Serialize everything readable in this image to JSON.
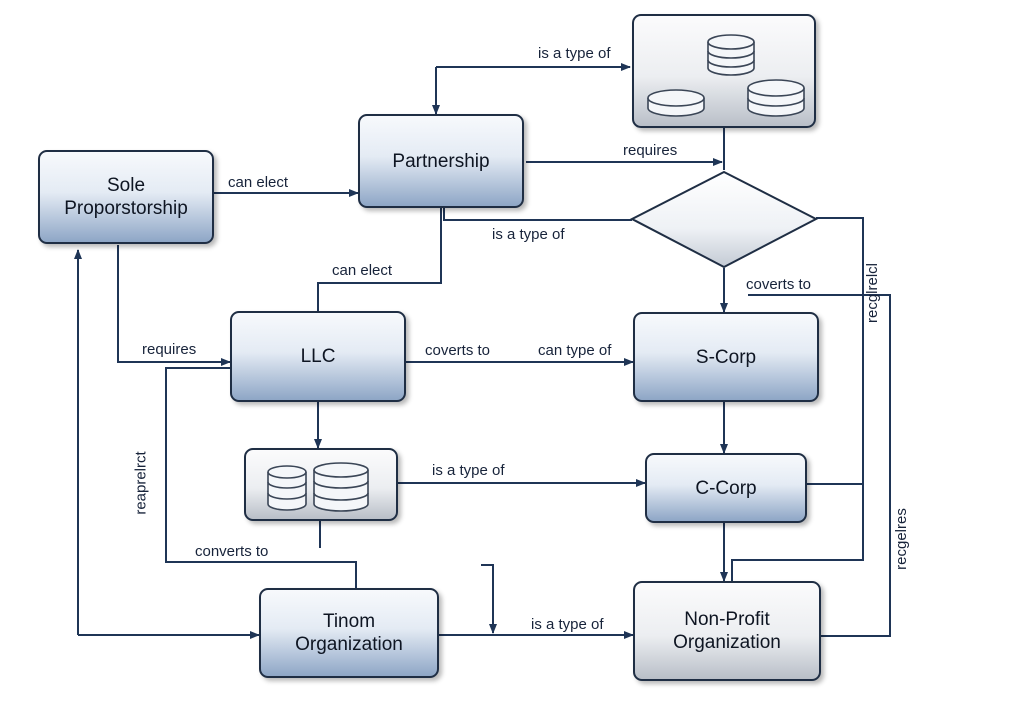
{
  "nodes": {
    "sole": "Sole\nProporstorship",
    "partnership": "Partnership",
    "llc": "LLC",
    "scorp": "S-Corp",
    "ccorp": "C-Corp",
    "tinom": "Tinom\nOrganization",
    "nonprofit": "Non-Profit\nOrganization"
  },
  "labels": {
    "is_type_of_top": "is a type of",
    "requires_top": "requires",
    "can_elect_sole": "can elect",
    "is_type_of_partnership": "is a type of",
    "can_elect_llc": "can elect",
    "coverts_to_diamond": "coverts to",
    "requires_llc": "requires",
    "coverts_to_llc": "coverts to",
    "can_type_of": "can type of",
    "is_type_of_db": "is a type of",
    "converts_to_bottom": "converts to",
    "is_type_of_bottom": "is a type of",
    "reqrelrct_left": "reaprelrct",
    "recglrelcl_right": "recglrelcl",
    "recgelres_right": "recgelres"
  },
  "colors": {
    "line": "#1f3556",
    "node_border": "#1f2e44",
    "node_fill_bottom": "#8ea6c6"
  }
}
